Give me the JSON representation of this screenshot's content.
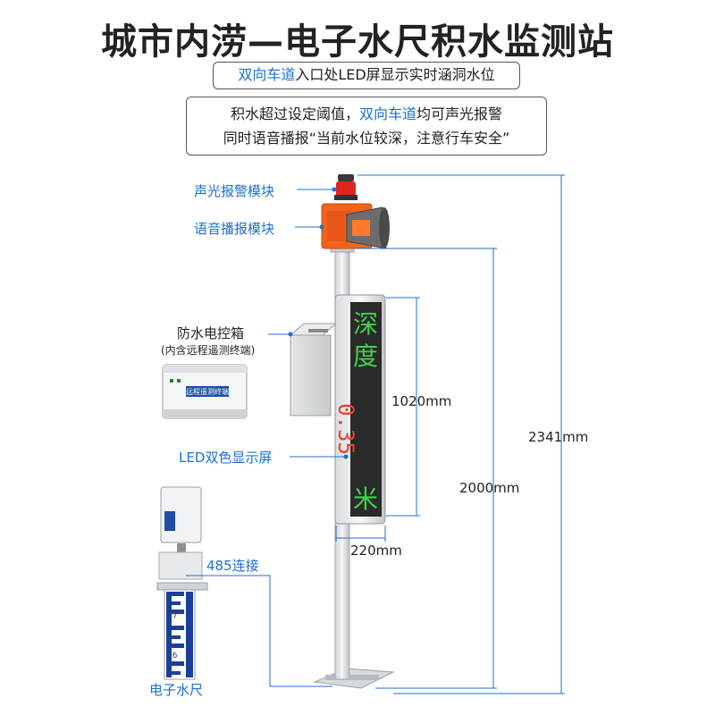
{
  "title": "城市内涝—电子水尺积水监测站",
  "info1": {
    "highlight": "双向车道",
    "text": "入口处LED屏显示实时涵洞水位"
  },
  "info2": {
    "line1_pre": "积水超过设定阈值，",
    "line1_highlight": "双向车道",
    "line1_post": "均可声光报警",
    "line2": "同时语音播报“当前水位较深，注意行车安全”"
  },
  "labels": {
    "alarm": "声光报警模块",
    "voice": "语音播报模块",
    "control_box": "防水电控箱",
    "control_box_note": "(内含远程遥测终端)",
    "terminal": "远程遥测终端",
    "led": "LED双色显示屏",
    "rs485": "485连接",
    "gauge": "电子水尺"
  },
  "led_screen": {
    "line1": "深度",
    "value": "0.35",
    "unit": "米"
  },
  "gauge_marks": [
    "47",
    "46"
  ],
  "dimensions": {
    "led_height": "1020mm",
    "pole_height": "2000mm",
    "total_height": "2341mm",
    "led_width": "220mm"
  },
  "colors": {
    "accent": "#1d6fd1",
    "alarm_red": "#e0261f",
    "led_green": "#3fd24a",
    "led_red": "#e8412f"
  }
}
